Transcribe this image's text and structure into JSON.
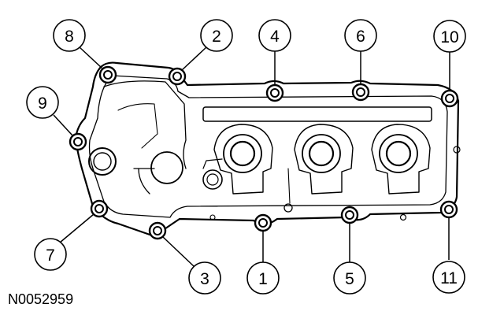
{
  "figure_id": "N0052959",
  "callouts": [
    {
      "label": "1"
    },
    {
      "label": "2"
    },
    {
      "label": "3"
    },
    {
      "label": "4"
    },
    {
      "label": "5"
    },
    {
      "label": "6"
    },
    {
      "label": "7"
    },
    {
      "label": "8"
    },
    {
      "label": "9"
    },
    {
      "label": "10"
    },
    {
      "label": "11"
    }
  ]
}
